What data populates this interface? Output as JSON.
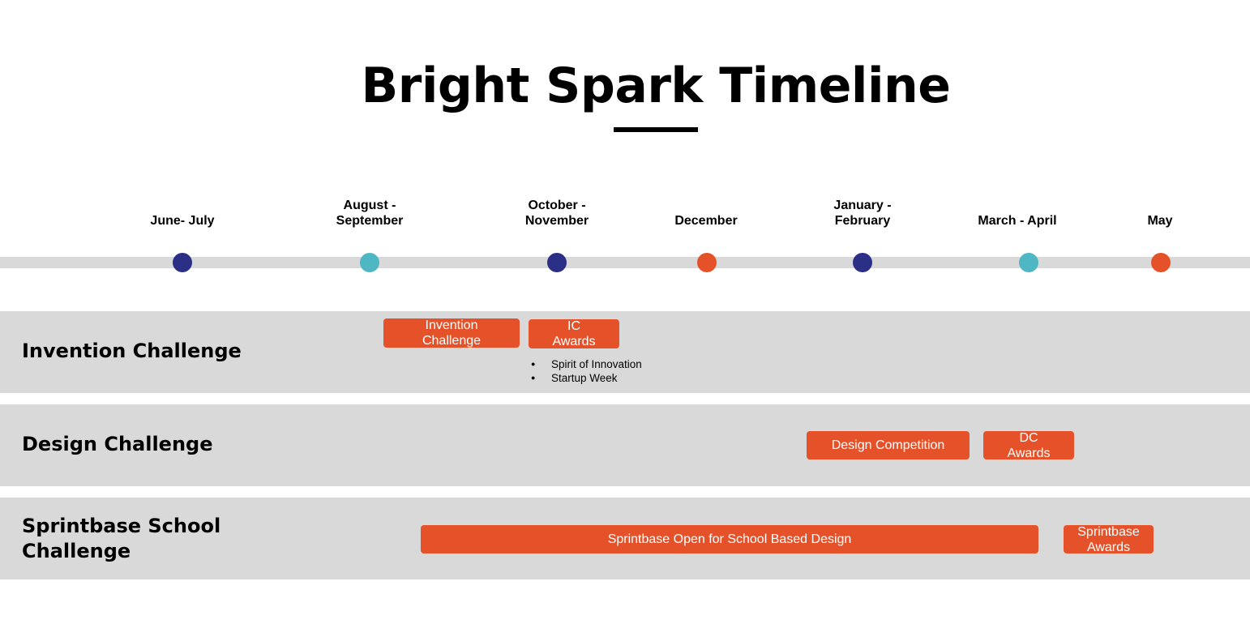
{
  "title": "Bright Spark Timeline",
  "colors": {
    "navy": "#2b2f85",
    "teal": "#4fb6c4",
    "orange": "#e5522a",
    "band": "#d9d9d9"
  },
  "periods": [
    {
      "label": "June- July",
      "dot": "navy"
    },
    {
      "label": "August -\nSeptember",
      "dot": "teal"
    },
    {
      "label": "October -\nNovember",
      "dot": "navy"
    },
    {
      "label": "December",
      "dot": "orange"
    },
    {
      "label": "January -\nFebruary",
      "dot": "navy"
    },
    {
      "label": "March - April",
      "dot": "teal"
    },
    {
      "label": "May",
      "dot": "orange"
    }
  ],
  "tracks": [
    {
      "name": "Invention Challenge",
      "events": [
        {
          "label": "Invention\nChallenge"
        },
        {
          "label": "IC\nAwards"
        }
      ],
      "notes": [
        "Spirit of Innovation",
        "Startup Week"
      ]
    },
    {
      "name": "Design Challenge",
      "events": [
        {
          "label": "Design Competition"
        },
        {
          "label": "DC\nAwards"
        }
      ]
    },
    {
      "name": "Sprintbase School\nChallenge",
      "events": [
        {
          "label": "Sprintbase Open for School Based Design"
        },
        {
          "label": "Sprintbase\nAwards"
        }
      ]
    }
  ]
}
